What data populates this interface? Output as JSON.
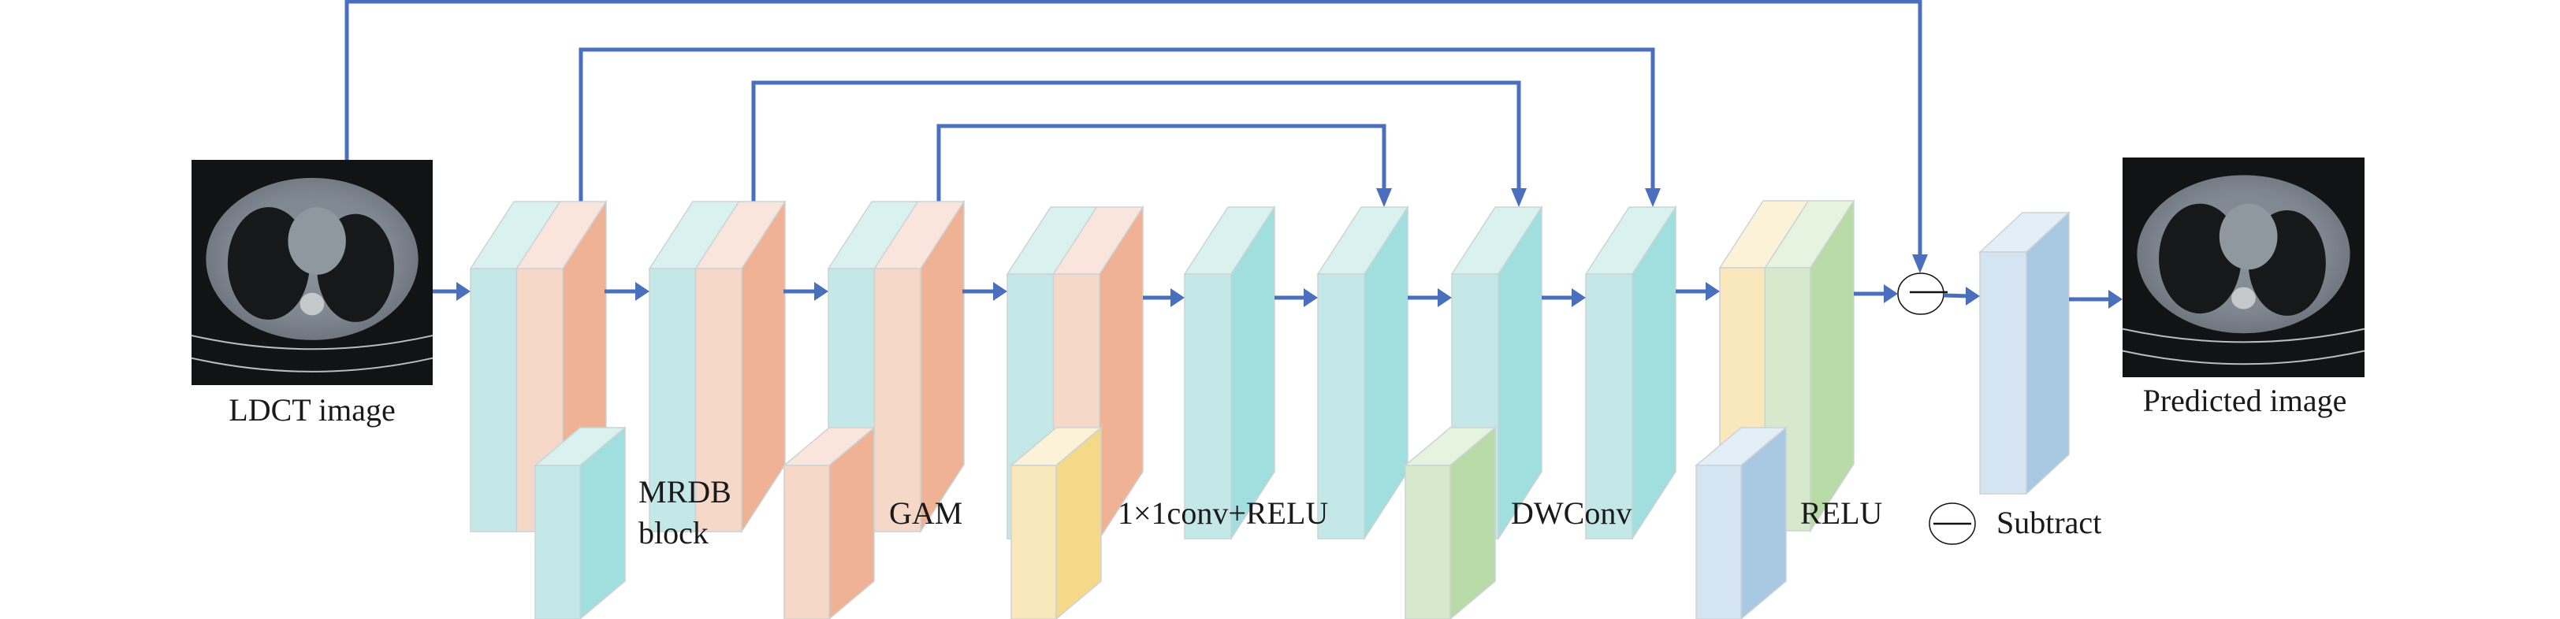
{
  "title": "LDCT denoising network architecture",
  "colors": {
    "connector": "#4a6fbd",
    "mrdb": {
      "front": "#c3e8e7",
      "side": "#a0dfde",
      "top": "#d9f1ef"
    },
    "gam": {
      "front": "#f5d8c8",
      "side": "#f0b294",
      "top": "#f9e5dc"
    },
    "conv1x1": {
      "front": "#f9e8bb",
      "side": "#f5d888",
      "top": "#fbf2d8"
    },
    "dwconv": {
      "front": "#d6e9cc",
      "side": "#b9dba8",
      "top": "#e6f3df"
    },
    "relu": {
      "front": "#d4e5f1",
      "side": "#a9c9e2",
      "top": "#e4eef7"
    }
  },
  "input": {
    "label": "LDCT image"
  },
  "output": {
    "label": "Predicted image"
  },
  "pipeline": [
    {
      "id": "enc1",
      "layers": [
        "mrdb",
        "gam"
      ]
    },
    {
      "id": "enc2",
      "layers": [
        "mrdb",
        "gam"
      ]
    },
    {
      "id": "enc3",
      "layers": [
        "mrdb",
        "gam"
      ]
    },
    {
      "id": "enc4",
      "layers": [
        "mrdb",
        "gam"
      ]
    },
    {
      "id": "mid",
      "layers": [
        "mrdb"
      ]
    },
    {
      "id": "dec1",
      "layers": [
        "mrdb"
      ]
    },
    {
      "id": "dec2",
      "layers": [
        "mrdb"
      ]
    },
    {
      "id": "dec3",
      "layers": [
        "mrdb"
      ]
    },
    {
      "id": "fuse",
      "layers": [
        "conv1x1",
        "dwconv"
      ]
    },
    {
      "id": "subtract",
      "op": "subtract"
    },
    {
      "id": "act",
      "layers": [
        "relu"
      ]
    }
  ],
  "skip_connections": [
    {
      "from": "input",
      "to": "subtract"
    },
    {
      "from": "enc1",
      "to": "dec3"
    },
    {
      "from": "enc2",
      "to": "dec2"
    },
    {
      "from": "enc3",
      "to": "dec1"
    }
  ],
  "legend": [
    {
      "key": "mrdb",
      "label_lines": [
        "MRDB",
        "block"
      ]
    },
    {
      "key": "gam",
      "label_lines": [
        "GAM"
      ]
    },
    {
      "key": "conv1x1",
      "label_lines": [
        "1×1conv+RELU"
      ]
    },
    {
      "key": "dwconv",
      "label_lines": [
        "DWConv"
      ]
    },
    {
      "key": "relu",
      "label_lines": [
        "RELU"
      ]
    },
    {
      "key": "subtract",
      "label_lines": [
        "Subtract"
      ]
    }
  ]
}
